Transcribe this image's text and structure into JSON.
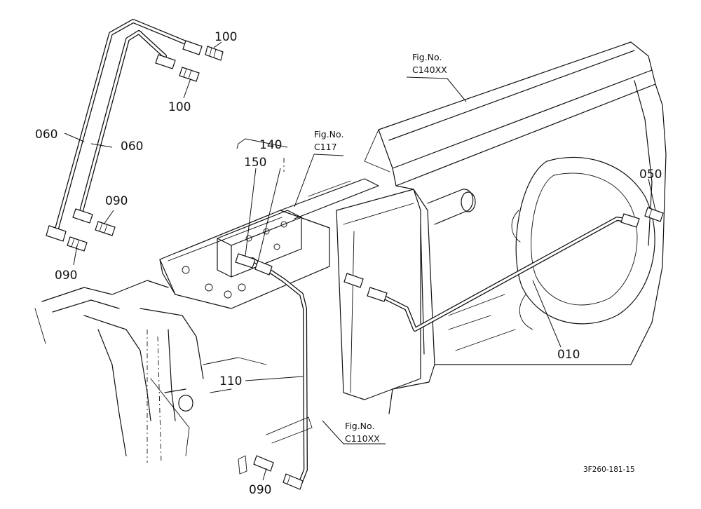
{
  "callouts": {
    "p100_top": "100",
    "p100_mid": "100",
    "p060_left": "060",
    "p060_right": "060",
    "p140": "140",
    "p150": "150",
    "p090_right": "090",
    "p090_left": "090",
    "p090_bottom": "090",
    "p110": "110",
    "p050": "050",
    "p010": "010"
  },
  "figure_refs": {
    "c140": {
      "line1": "Fig.No.",
      "line2": "C140XX"
    },
    "c117": {
      "line1": "Fig.No.",
      "line2": "C117"
    },
    "c110": {
      "line1": "Fig.No.",
      "line2": "C110XX"
    }
  },
  "document_id": "3F260-181-15"
}
